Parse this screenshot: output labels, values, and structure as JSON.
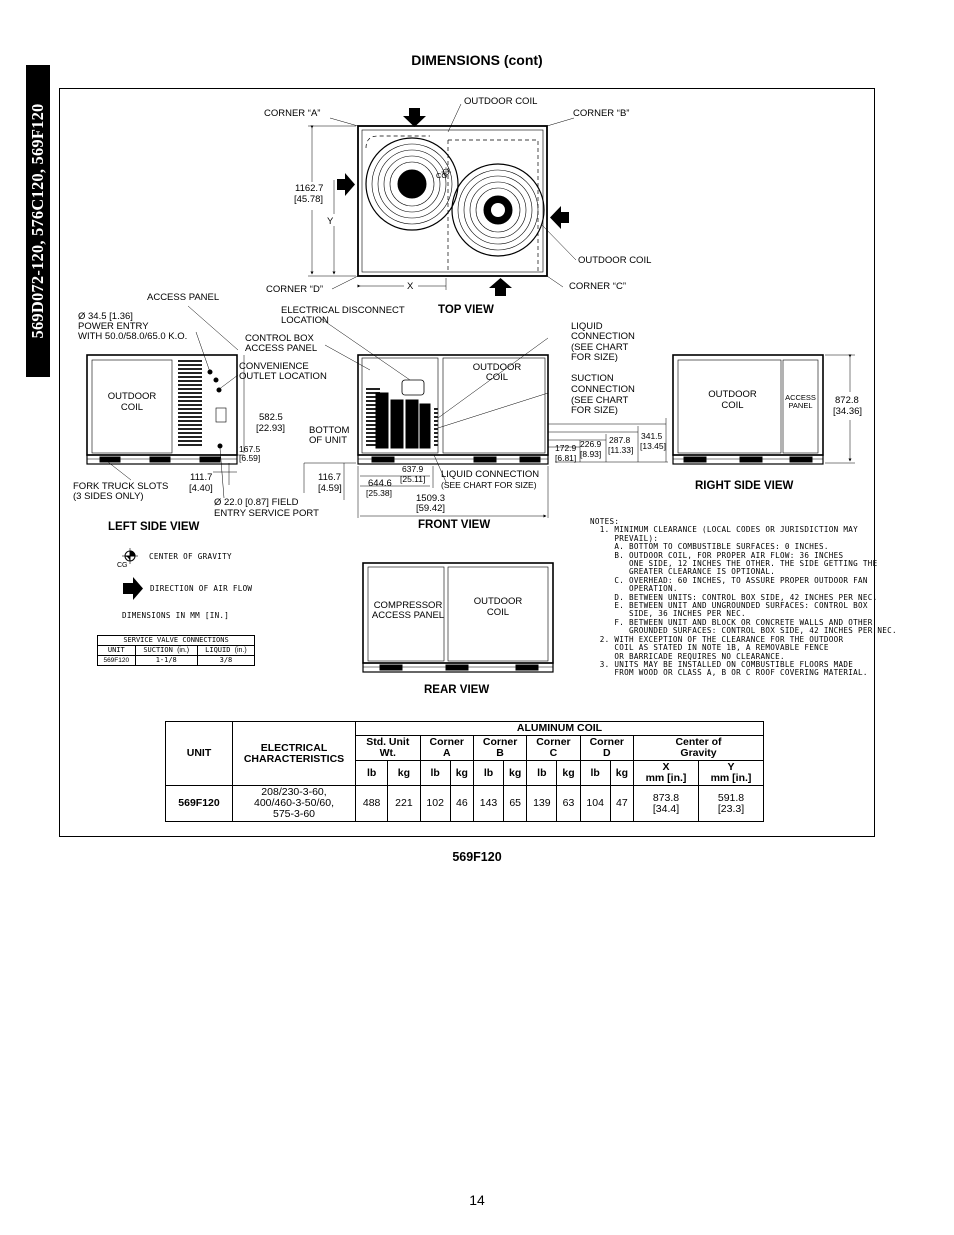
{
  "side_tab": "569D072-120, 576C120, 569F120",
  "title": "DIMENSIONS (cont)",
  "labels": {
    "outdoor_coil_top": "OUTDOOR COIL",
    "corner_a": "CORNER “A”",
    "corner_b": "CORNER “B”",
    "corner_c": "CORNER “C”",
    "corner_d": "CORNER “D”",
    "outdoor_coil_right": "OUTDOOR COIL",
    "dim_1162_7": "1162.7",
    "dim_45_78": "[45.78]",
    "y_label": "Y",
    "x_label": "X",
    "cg_small": "CG",
    "top_view": "TOP VIEW",
    "access_panel": "ACCESS PANEL",
    "power_entry_1": "Ø 34.5 [1.36]",
    "power_entry_2": "POWER ENTRY",
    "power_entry_3": "WITH 50.0/58.0/65.0 K.O.",
    "elec_disc_1": "ELECTRICAL DISCONNECT",
    "elec_disc_2": "LOCATION",
    "control_box_1": "CONTROL BOX",
    "control_box_2": "ACCESS PANEL",
    "convenience_1": "CONVENIENCE",
    "convenience_2": "OUTLET LOCATION",
    "liquid_conn_1": "LIQUID",
    "liquid_conn_2": "CONNECTION",
    "liquid_conn_3": "(SEE CHART",
    "liquid_conn_4": "FOR SIZE)",
    "suction_conn_1": "SUCTION",
    "suction_conn_2": "CONNECTION",
    "suction_conn_3": "(SEE CHART",
    "suction_conn_4": "FOR SIZE)",
    "left_outdoor_coil_1": "OUTDOOR",
    "left_outdoor_coil_2": "COIL",
    "front_outdoor_coil_1": "OUTDOOR",
    "front_outdoor_coil_2": "COIL",
    "right_outdoor_coil_1": "OUTDOOR",
    "right_outdoor_coil_2": "COIL",
    "right_access_1": "ACCESS",
    "right_access_2": "PANEL",
    "dim_582_5": "582.5",
    "dim_22_93": "[22.93]",
    "dim_167_5": "167.5",
    "dim_6_59": "[6.59]",
    "dim_111_7": "111.7",
    "dim_4_40": "[4.40]",
    "bottom_of_unit_1": "BOTTOM",
    "bottom_of_unit_2": "OF UNIT",
    "dim_116_7": "116.7",
    "dim_4_59": "[4.59]",
    "dim_637_9": "637.9",
    "dim_25_11": "[25.11]",
    "dim_644_6": "644.6",
    "dim_25_38": "[25.38]",
    "dim_1509_3": "1509.3",
    "dim_59_42": "[59.42]",
    "liq_conn_bottom_1": "LIQUID CONNECTION",
    "liq_conn_bottom_2": "(SEE CHART FOR SIZE)",
    "dim_172_9": "172.9",
    "dim_6_81": "[6.81]",
    "dim_226_9": "226.9",
    "dim_8_93": "[8.93]",
    "dim_287_8": "287.8",
    "dim_11_33": "[11.33]",
    "dim_341_5": "341.5",
    "dim_13_45": "[13.45]",
    "dim_872_8": "872.8",
    "dim_34_36": "[34.36]",
    "fork_truck_1": "FORK TRUCK SLOTS",
    "fork_truck_2": "(3 SIDES ONLY)",
    "field_entry_1": "Ø 22.0 [0.87] FIELD",
    "field_entry_2": "ENTRY SERVICE PORT",
    "left_side_view": "LEFT SIDE VIEW",
    "front_view": "FRONT VIEW",
    "right_side_view": "RIGHT SIDE VIEW",
    "rear_view": "REAR VIEW",
    "compressor_1": "COMPRESSOR",
    "compressor_2": "ACCESS PANEL",
    "rear_outdoor_1": "OUTDOOR",
    "rear_outdoor_2": "COIL",
    "legend_cg_mark": "CG",
    "legend_cg": "CENTER OF GRAVITY",
    "legend_airflow": "DIRECTION OF AIR FLOW",
    "legend_dims": "DIMENSIONS IN MM [IN.]"
  },
  "notes": [
    "NOTES:",
    "  1. MINIMUM CLEARANCE (LOCAL CODES OR JURISDICTION MAY",
    "     PREVAIL):",
    "     A. BOTTOM TO COMBUSTIBLE SURFACES: 0 INCHES.",
    "     B. OUTDOOR COIL, FOR PROPER AIR FLOW: 36 INCHES",
    "        ONE SIDE, 12 INCHES THE OTHER. THE SIDE GETTING THE",
    "        GREATER CLEARANCE IS OPTIONAL.",
    "     C. OVERHEAD: 60 INCHES, TO ASSURE PROPER OUTDOOR FAN",
    "        OPERATION.",
    "     D. BETWEEN UNITS: CONTROL BOX SIDE, 42 INCHES PER NEC.",
    "     E. BETWEEN UNIT AND UNGROUNDED SURFACES: CONTROL BOX",
    "        SIDE, 36 INCHES PER NEC.",
    "     F. BETWEEN UNIT AND BLOCK OR CONCRETE WALLS AND OTHER",
    "        GROUNDED SURFACES: CONTROL BOX SIDE, 42 INCHES PER NEC.",
    "  2. WITH EXCEPTION OF THE CLEARANCE FOR THE OUTDOOR",
    "     COIL AS STATED IN NOTE 1B, A REMOVABLE FENCE",
    "     OR BARRICADE REQUIRES NO CLEARANCE.",
    "  3. UNITS MAY BE INSTALLED ON COMBUSTIBLE FLOORS MADE",
    "     FROM WOOD OR CLASS A, B OR C ROOF COVERING MATERIAL."
  ],
  "service_table": {
    "title": "SERVICE VALVE CONNECTIONS",
    "col_unit": "UNIT",
    "col_suction": "SUCTION",
    "col_suction_unit": "(in.)",
    "col_liquid": "LIQUID",
    "col_liquid_unit": "(in.)",
    "row_unit": "569F120",
    "row_suction": "1-1/8",
    "row_liquid": "3/8"
  },
  "weights_table": {
    "col_unit": "UNIT",
    "col_elec_1": "ELECTRICAL",
    "col_elec_2": "CHARACTERISTICS",
    "group": "ALUMINUM COIL",
    "std_wt_1": "Std. Unit",
    "std_wt_2": "Wt.",
    "corner_a_1": "Corner",
    "corner_a_2": "A",
    "corner_b_1": "Corner",
    "corner_b_2": "B",
    "corner_c_1": "Corner",
    "corner_c_2": "C",
    "corner_d_1": "Corner",
    "corner_d_2": "D",
    "cog_1": "Center of",
    "cog_2": "Gravity",
    "lb": "lb",
    "kg": "kg",
    "x_1": "X",
    "x_2": "mm [in.]",
    "y_1": "Y",
    "y_2": "mm [in.]",
    "row": {
      "unit": "569F120",
      "elec_1": "208/230-3-60,",
      "elec_2": "400/460-3-50/60,",
      "elec_3": "575-3-60",
      "std_lb": "488",
      "std_kg": "221",
      "a_lb": "102",
      "a_kg": "46",
      "b_lb": "143",
      "b_kg": "65",
      "c_lb": "139",
      "c_kg": "63",
      "d_lb": "104",
      "d_kg": "47",
      "x_mm": "873.8",
      "x_in": "[34.4]",
      "y_mm": "591.8",
      "y_in": "[23.3]"
    }
  },
  "figure_caption": "569F120",
  "page_number": "14"
}
